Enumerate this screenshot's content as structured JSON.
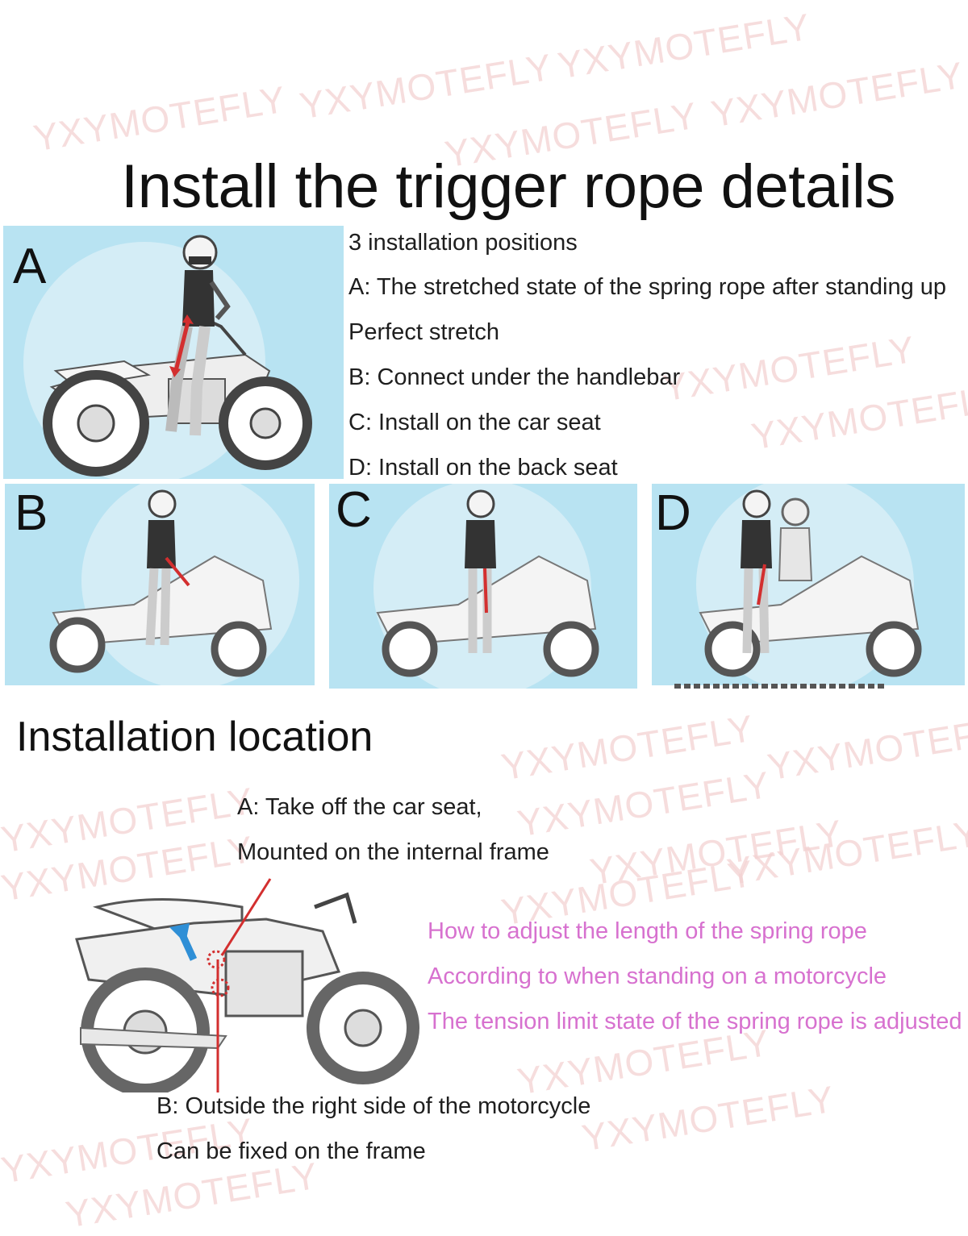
{
  "watermark": "YXYMOTEFLY",
  "title": "Install the trigger rope details",
  "panels": {
    "a_letter": "A",
    "b_letter": "B",
    "c_letter": "C",
    "d_letter": "D"
  },
  "positions": {
    "heading": "3 installation positions",
    "a_line1": "A: The stretched state of the spring rope after standing up",
    "a_line2": "Perfect stretch",
    "b": "B: Connect under the handlebar",
    "c": "C: Install on the car seat",
    "d": "D: Install on the back seat"
  },
  "location": {
    "heading": "Installation location",
    "a_line1": "A: Take off the car seat,",
    "a_line2": "Mounted on the internal frame",
    "b_line1": "B: Outside the right side of the motorcycle",
    "b_line2": "Can be fixed on the frame"
  },
  "adjust": {
    "line1": "How to adjust the length of the spring rope",
    "line2": "According to when standing on a motorcycle",
    "line3": "The tension limit state of the spring rope is adjusted"
  },
  "colors": {
    "panel_bg": "#b8e3f2",
    "watermark": "#f3d2d2",
    "adjust_text": "#d771cf",
    "rope": "#d32f2f",
    "arrow": "#2f8fd6"
  }
}
